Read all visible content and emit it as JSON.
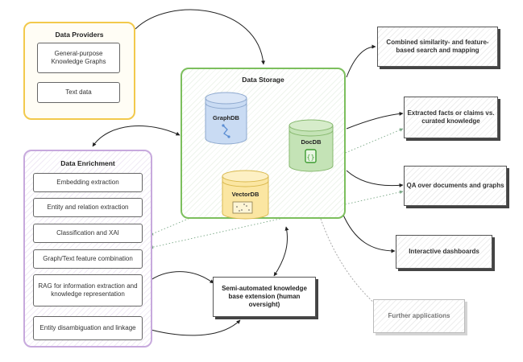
{
  "providers": {
    "title": "Data Providers",
    "items": [
      "General-purpose Knowledge Graphs",
      "Text data"
    ]
  },
  "storage": {
    "title": "Data Storage",
    "databases": [
      {
        "label": "GraphDB",
        "color": "#c9dbf3",
        "icon": "graph-icon"
      },
      {
        "label": "DocDB",
        "color": "#c4e3b6",
        "icon": "document-icon"
      },
      {
        "label": "VectorDB",
        "color": "#fbe6a2",
        "icon": "vector-icon"
      }
    ]
  },
  "enrichment": {
    "title": "Data Enrichment",
    "items": [
      "Embedding extraction",
      "Entity and relation extraction",
      "Classification and XAI",
      "Graph/Text feature combination",
      "RAG for information extraction and knowledge representation",
      "Entity disambiguation and linkage"
    ]
  },
  "semi_automated": "Semi-automated knowledge base extension (human oversight)",
  "applications": [
    "Combined similarity- and feature-based search and mapping",
    "Extracted facts or claims vs. curated knowledge",
    "QA over documents and graphs",
    "Interactive dashboards",
    "Further applications"
  ],
  "colors": {
    "providers_border": "#f2c94c",
    "storage_border": "#7cbf5d",
    "enrichment_border": "#c7a9dd",
    "arrow": "#222222",
    "dotted_arrow": "#7aa886"
  }
}
